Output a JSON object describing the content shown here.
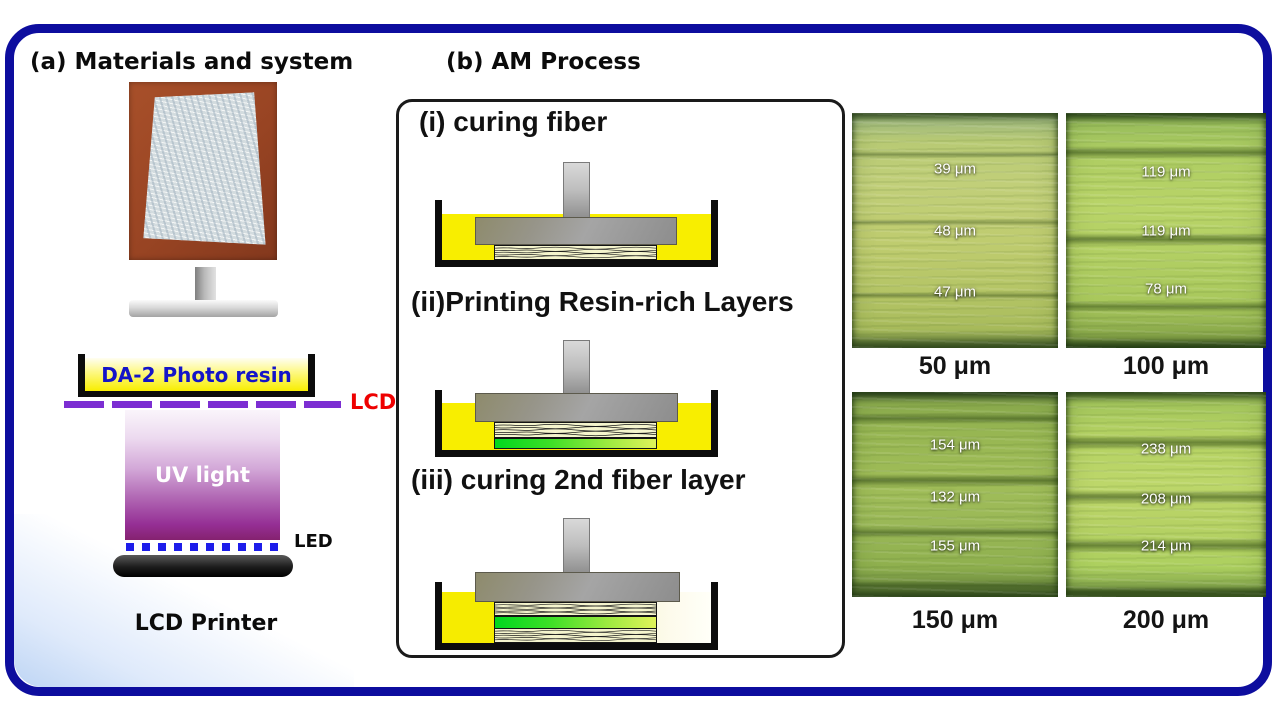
{
  "panel_a": {
    "title": "(a) Materials and system",
    "vat_label": "DA-2 Photo resin",
    "lcd_label": "LCD",
    "uv_label": "UV light",
    "led_label": "LED",
    "caption": "LCD Printer"
  },
  "panel_b": {
    "title": "(b) AM Process",
    "steps": [
      {
        "label": "(i) curing fiber"
      },
      {
        "label": "(ii)Printing Resin-rich Layers"
      },
      {
        "label": "(iii) curing 2nd fiber layer"
      }
    ]
  },
  "micrographs": [
    {
      "caption": "50 μm",
      "measurements": [
        "39 μm",
        "48 μm",
        "47 μm"
      ]
    },
    {
      "caption": "100 μm",
      "measurements": [
        "119 μm",
        "119 μm",
        "78 μm"
      ]
    },
    {
      "caption": "150 μm",
      "measurements": [
        "154 μm",
        "132 μm",
        "155 μm"
      ]
    },
    {
      "caption": "200 μm",
      "measurements": [
        "238 μm",
        "208 μm",
        "214 μm"
      ]
    }
  ],
  "colors": {
    "frame_border": "#0d0d9e",
    "resin_yellow": "#f8ee00",
    "resin_text_blue": "#1414c8",
    "lcd_red": "#ee0000",
    "lcd_dash_purple": "#7c2ed2",
    "uv_purple": "#85226f",
    "led_blue": "#1d1dea",
    "cured_green": "#00d81e"
  }
}
